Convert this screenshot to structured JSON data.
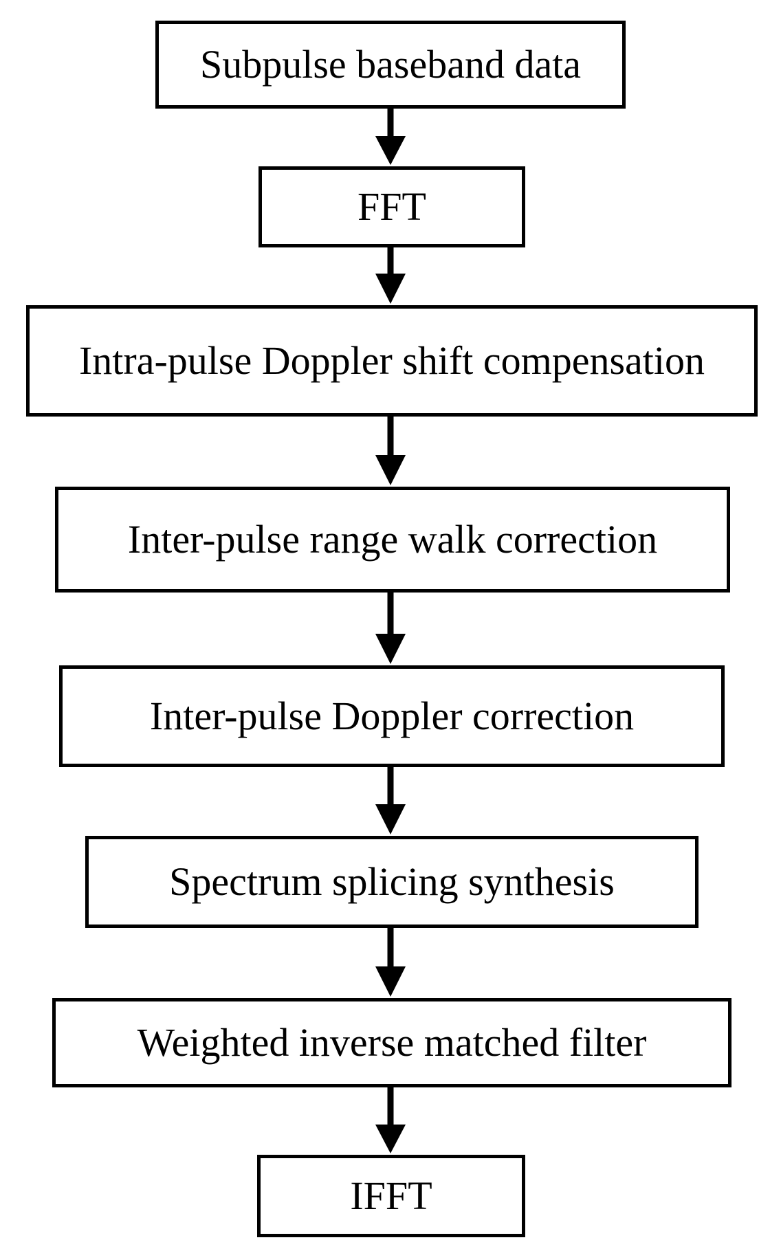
{
  "colors": {
    "stroke": "#000000",
    "background": "#ffffff",
    "text": "#000000"
  },
  "steps": [
    {
      "id": "subpulse-baseband-data",
      "label": "Subpulse baseband data"
    },
    {
      "id": "fft",
      "label": "FFT"
    },
    {
      "id": "intra-pulse-doppler-shift-compensation",
      "label": "Intra-pulse Doppler shift compensation"
    },
    {
      "id": "inter-pulse-range-walk-correction",
      "label": "Inter-pulse range walk correction"
    },
    {
      "id": "inter-pulse-doppler-correction",
      "label": "Inter-pulse Doppler correction"
    },
    {
      "id": "spectrum-splicing-synthesis",
      "label": "Spectrum splicing synthesis"
    },
    {
      "id": "weighted-inverse-matched-filter",
      "label": "Weighted inverse matched filter"
    },
    {
      "id": "ifft",
      "label": "IFFT"
    }
  ]
}
